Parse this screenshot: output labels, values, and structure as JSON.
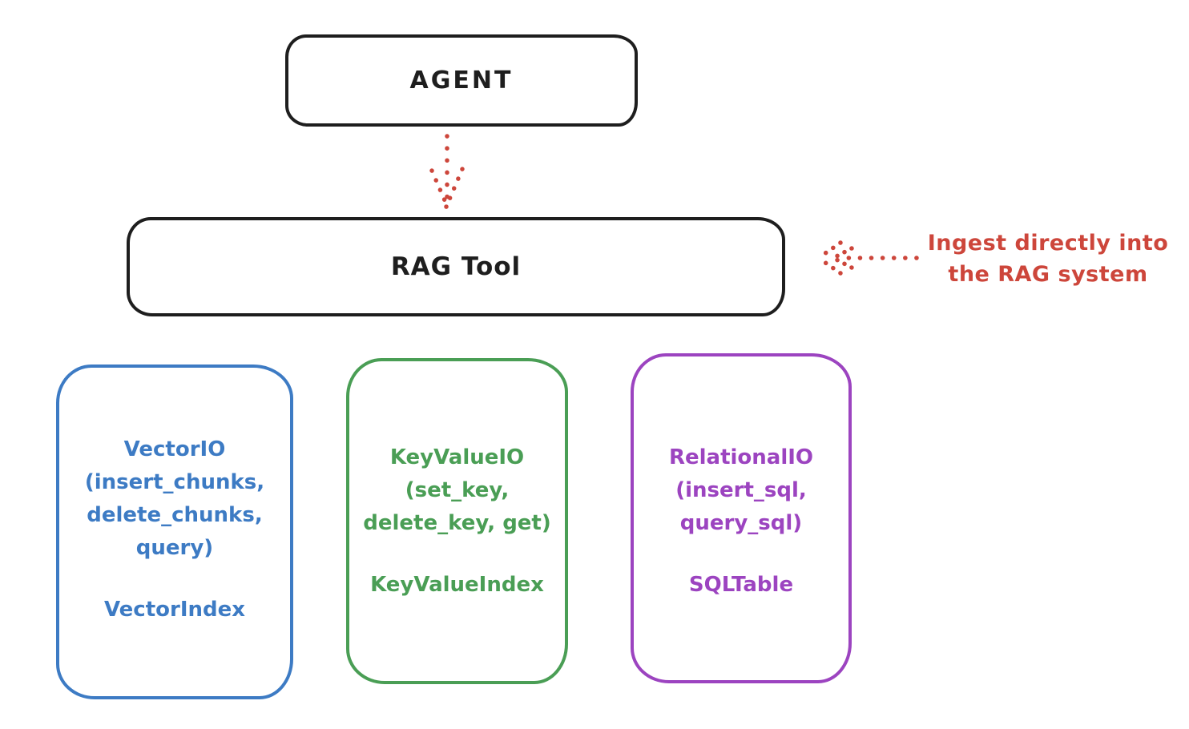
{
  "colors": {
    "stroke_black": "#1e1e1e",
    "arrow_red": "#cd463b",
    "vector_blue": "#3d7bc4",
    "keyvalue_green": "#4a9e55",
    "relational_purple": "#9c44c0",
    "background": "#ffffff"
  },
  "nodes": {
    "agent": {
      "label": "AGENT"
    },
    "rag_tool": {
      "label": "RAG Tool"
    },
    "vector": {
      "lines": [
        "VectorIO",
        "(insert_chunks,",
        "delete_chunks,",
        "query)"
      ],
      "index_label": "VectorIndex"
    },
    "keyvalue": {
      "lines": [
        "KeyValueIO",
        "(set_key,",
        "delete_key, get)"
      ],
      "index_label": "KeyValueIndex"
    },
    "relational": {
      "lines": [
        "RelationalIO",
        "(insert_sql,",
        "query_sql)"
      ],
      "index_label": "SQLTable"
    }
  },
  "annotation": {
    "line1": "Ingest directly into",
    "line2": "the RAG system"
  }
}
